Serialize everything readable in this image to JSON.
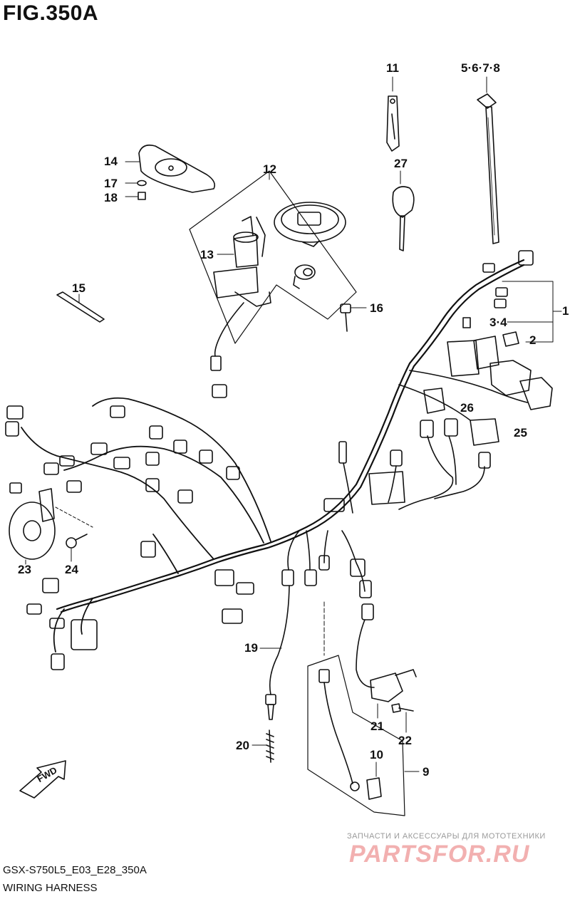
{
  "figure": {
    "title": "FIG.350A",
    "model_code": "GSX-S750L5_E03_E28_350A",
    "section_name": "WIRING HARNESS",
    "fwd_label": "FWD"
  },
  "watermark": {
    "line1": "ЗАПЧАСТИ И АКСЕССУАРЫ ДЛЯ МОТОТЕХНИКИ",
    "line2": "PARTSFOR.RU"
  },
  "callouts": [
    {
      "id": "c11",
      "label": "11"
    },
    {
      "id": "c5678",
      "label": "5·6·7·8"
    },
    {
      "id": "c14",
      "label": "14"
    },
    {
      "id": "c12",
      "label": "12"
    },
    {
      "id": "c27",
      "label": "27"
    },
    {
      "id": "c17",
      "label": "17"
    },
    {
      "id": "c18",
      "label": "18"
    },
    {
      "id": "c13",
      "label": "13"
    },
    {
      "id": "c15",
      "label": "15"
    },
    {
      "id": "c16",
      "label": "16"
    },
    {
      "id": "c1",
      "label": "1"
    },
    {
      "id": "c34",
      "label": "3·4"
    },
    {
      "id": "c2",
      "label": "2"
    },
    {
      "id": "c26",
      "label": "26"
    },
    {
      "id": "c25",
      "label": "25"
    },
    {
      "id": "c23",
      "label": "23"
    },
    {
      "id": "c24",
      "label": "24"
    },
    {
      "id": "c19",
      "label": "19"
    },
    {
      "id": "c21",
      "label": "21"
    },
    {
      "id": "c22",
      "label": "22"
    },
    {
      "id": "c20",
      "label": "20"
    },
    {
      "id": "c10",
      "label": "10"
    },
    {
      "id": "c9",
      "label": "9"
    }
  ]
}
